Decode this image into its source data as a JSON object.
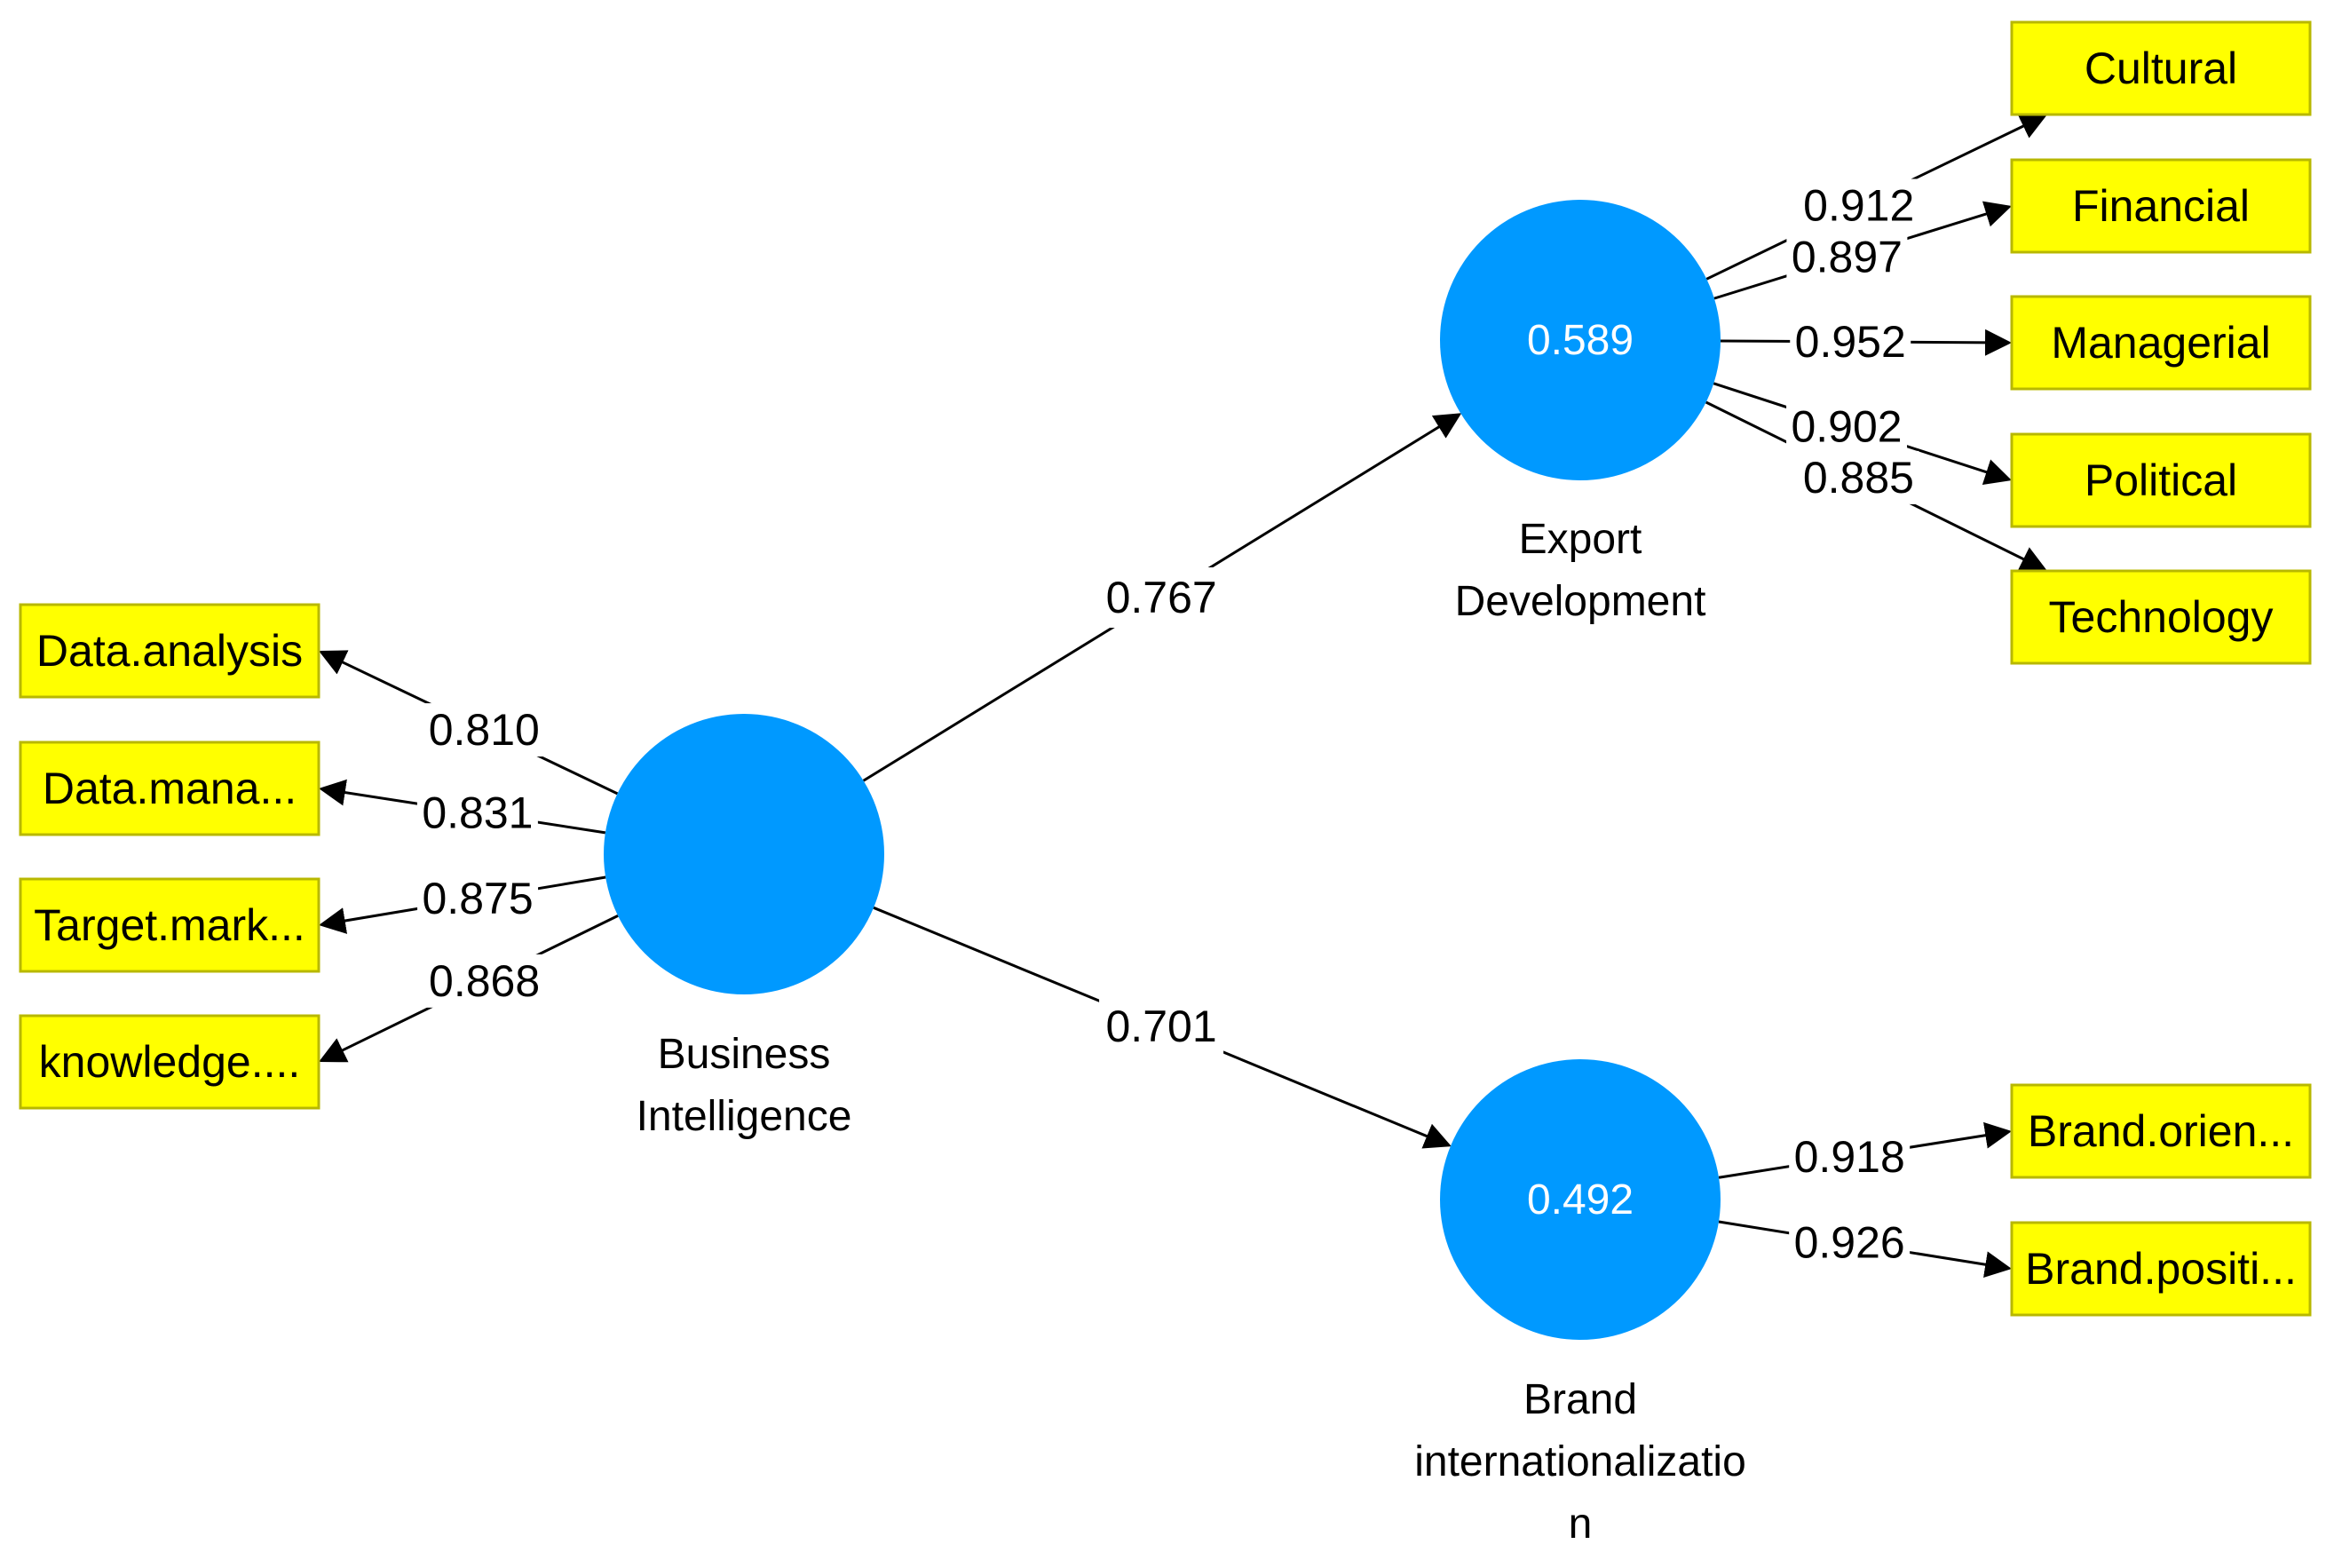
{
  "colors": {
    "construct": "#0099ff",
    "indicator_fill": "#ffff00",
    "indicator_border": "#b8b800",
    "line": "#000000"
  },
  "constructs": [
    {
      "id": "bi",
      "name_lines": [
        "Business",
        "Intelligence"
      ],
      "value": ""
    },
    {
      "id": "ed",
      "name_lines": [
        "Export",
        "Development"
      ],
      "value": "0.589"
    },
    {
      "id": "br",
      "name_lines": [
        "Brand",
        "internationalizatio",
        "n"
      ],
      "value": "0.492"
    }
  ],
  "paths": [
    {
      "from": "bi",
      "to": "ed",
      "coef": "0.767"
    },
    {
      "from": "bi",
      "to": "br",
      "coef": "0.701"
    }
  ],
  "indicators": [
    {
      "construct": "bi",
      "label": "Data.analysis",
      "loading": "0.810"
    },
    {
      "construct": "bi",
      "label": "Data.mana...",
      "loading": "0.831"
    },
    {
      "construct": "bi",
      "label": "Target.mark...",
      "loading": "0.875"
    },
    {
      "construct": "bi",
      "label": "knowledge....",
      "loading": "0.868"
    },
    {
      "construct": "ed",
      "label": "Cultural",
      "loading": "0.912"
    },
    {
      "construct": "ed",
      "label": "Financial",
      "loading": "0.897"
    },
    {
      "construct": "ed",
      "label": "Managerial",
      "loading": "0.952"
    },
    {
      "construct": "ed",
      "label": "Political",
      "loading": "0.902"
    },
    {
      "construct": "ed",
      "label": "Technology",
      "loading": "0.885"
    },
    {
      "construct": "br",
      "label": "Brand.orien...",
      "loading": "0.918"
    },
    {
      "construct": "br",
      "label": "Brand.positi...",
      "loading": "0.926"
    }
  ]
}
